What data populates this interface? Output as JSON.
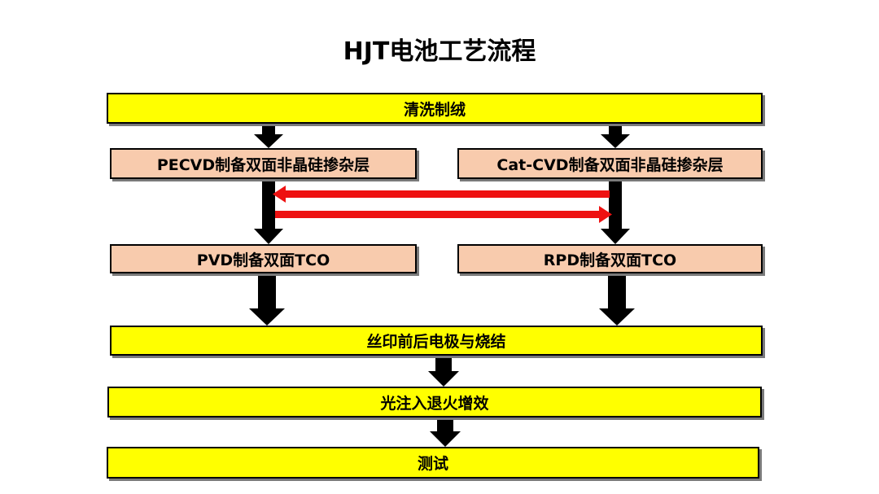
{
  "title": "HJT电池工艺流程",
  "steps": {
    "texturing": "清洗制绒",
    "pecvd": "PECVD制备双面非晶硅掺杂层",
    "catcvd": "Cat-CVD制备双面非晶硅掺杂层",
    "pvd": "PVD制备双面TCO",
    "rpd": "RPD制备双面TCO",
    "printing": "丝印前后电极与烧结",
    "annealing": "光注入退火增效",
    "testing": "测试"
  },
  "colors": {
    "main_box": "#ffff00",
    "branch_box": "#f8cbad",
    "flow_arrow": "#000000",
    "cross_arrow": "#ee1111"
  }
}
